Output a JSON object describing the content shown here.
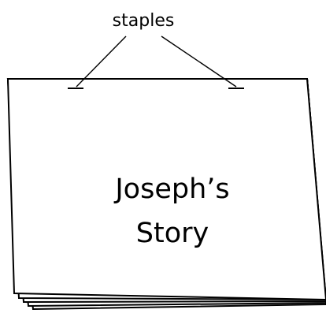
{
  "labels": {
    "staples": "staples"
  },
  "book": {
    "title_line1": "Joseph’s",
    "title_line2": "Story"
  },
  "colors": {
    "ink": "#000000",
    "paper": "#ffffff"
  }
}
